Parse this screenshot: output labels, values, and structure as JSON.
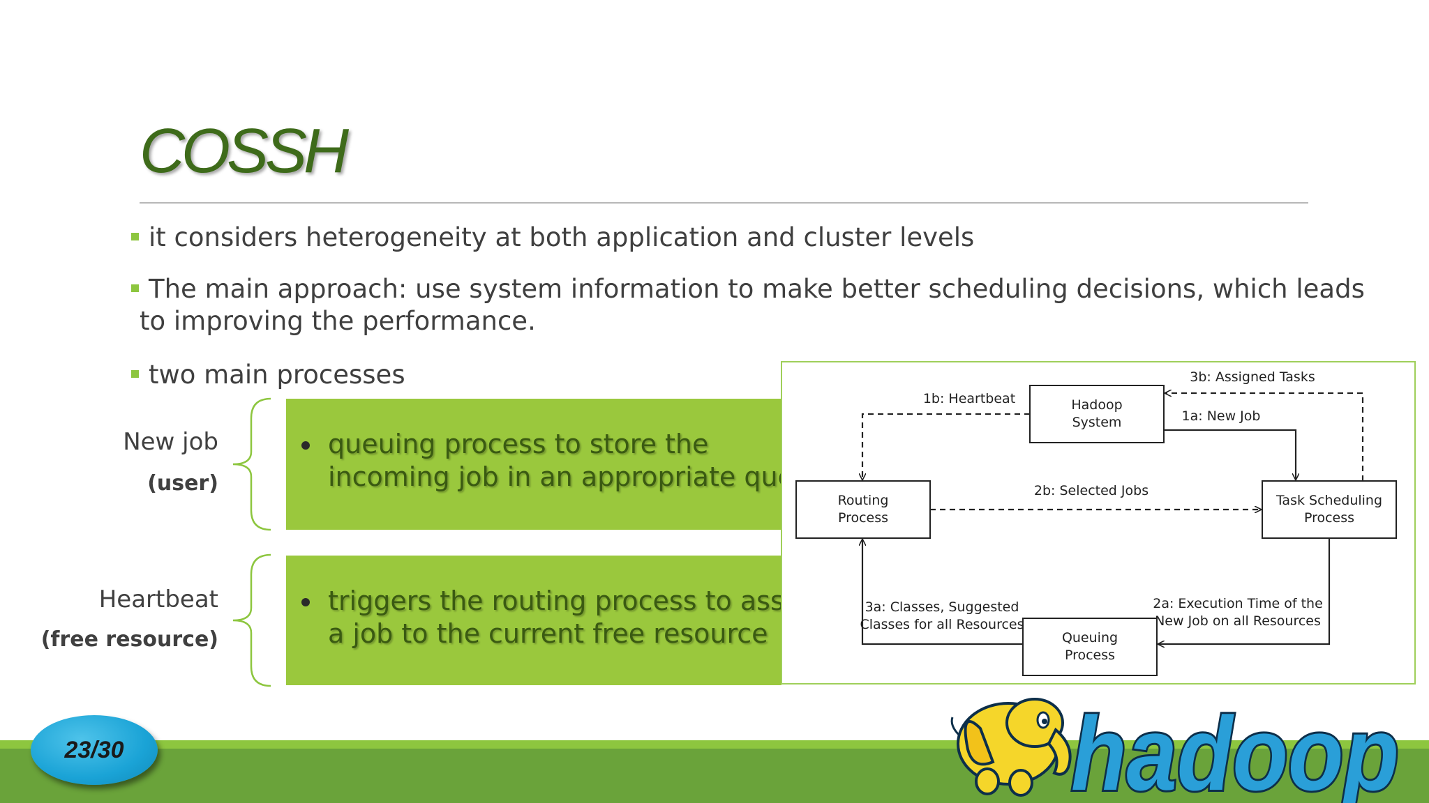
{
  "slide": {
    "title": "COSSH",
    "bullets": [
      {
        "text": "it considers heterogeneity at both application and cluster levels"
      },
      {
        "line1": "The main approach: use system information to make better scheduling decisions, which leads",
        "line2": "to improving the performance."
      },
      {
        "text": "two main processes"
      }
    ],
    "processes": [
      {
        "label": "New job",
        "sublabel": "(user)",
        "line1": "queuing process to store the",
        "line2": "incoming job in an appropriate queue"
      },
      {
        "label": "Heartbeat",
        "sublabel": "(free resource)",
        "line1": "triggers the routing process to assign",
        "line2": "a job to the current free resource"
      }
    ],
    "page_number": "23/30"
  },
  "diagram": {
    "nodes": {
      "hadoop_line1": "Hadoop",
      "hadoop_line2": "System",
      "routing_line1": "Routing",
      "routing_line2": "Process",
      "task_line1": "Task Scheduling",
      "task_line2": "Process",
      "queuing_line1": "Queuing",
      "queuing_line2": "Process"
    },
    "edges": {
      "e1b": "1b: Heartbeat",
      "e1a": "1a: New Job",
      "e3b": "3b: Assigned Tasks",
      "e2b": "2b: Selected Jobs",
      "e3a_line1": "3a: Classes, Suggested",
      "e3a_line2": "Classes for all Resources",
      "e2a_line1": "2a: Execution Time of the",
      "e2a_line2": "New Job on all Resources"
    }
  },
  "logo": {
    "text": "hadoop",
    "colors": {
      "elephant": "#f5d62a",
      "wordmark": "#2a9fd8",
      "outline": "#0d2f4a"
    }
  },
  "colors": {
    "title": "#3e6b1a",
    "bullet_marker": "#8dc63f",
    "green_box": "#9ac83d",
    "band_dark": "#6aa33a",
    "band_light": "#8dc63f",
    "page_oval": "#1aa3d6"
  }
}
